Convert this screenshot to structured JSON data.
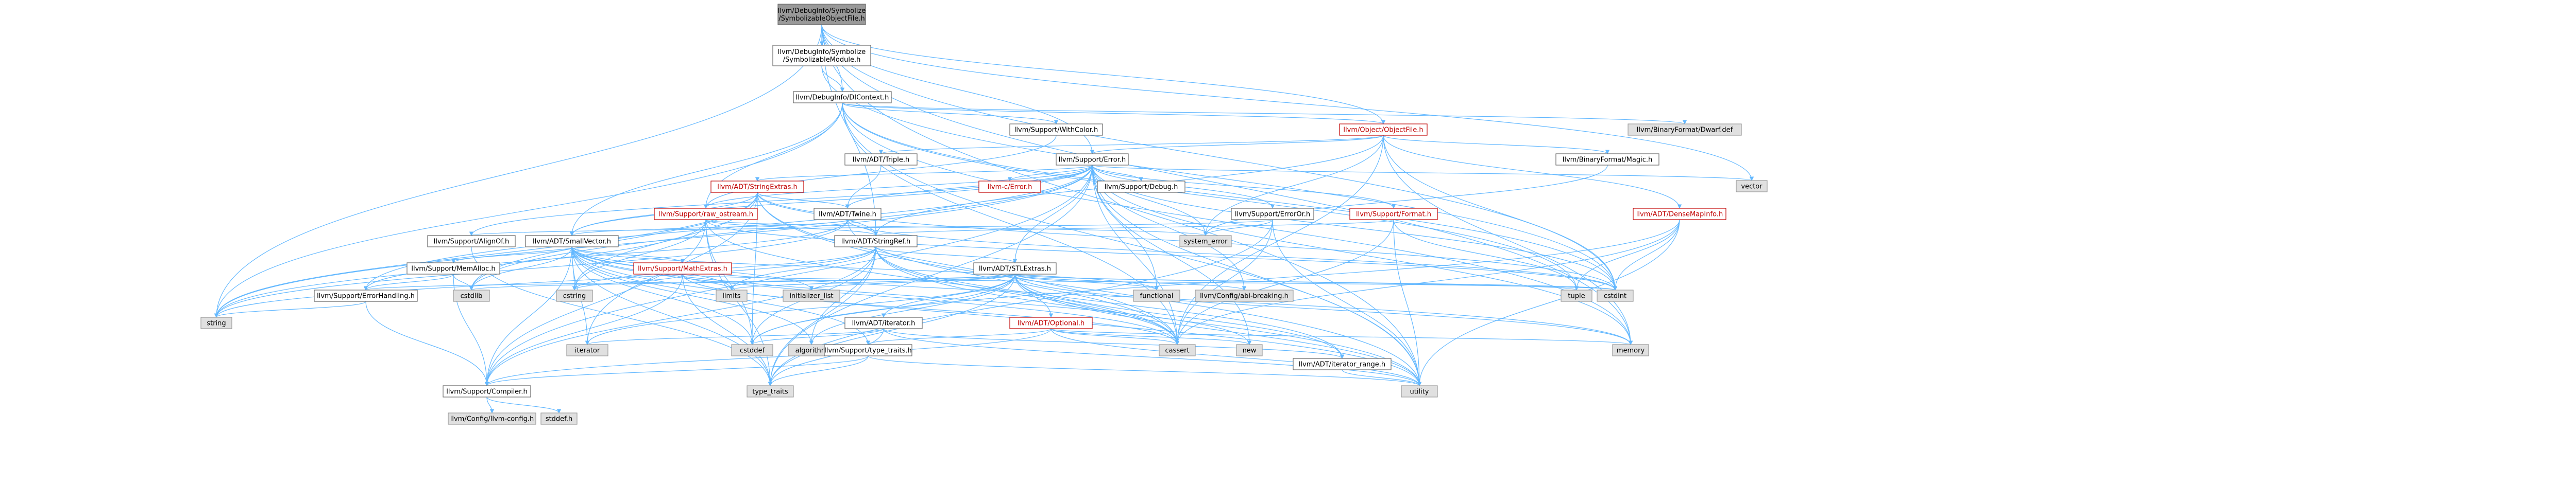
{
  "colors": {
    "node_fill": "#ffffff",
    "node_stroke": "#666666",
    "node_text_link": "#000000",
    "node_text_error": "#c00000",
    "sys_fill": "#e0e0e0",
    "sys_stroke": "#999999",
    "root_fill": "#999999",
    "root_stroke": "#666666",
    "edge": "#63b8ff"
  },
  "nodes": [
    {
      "id": "root",
      "label": [
        "llvm/DebugInfo/Symbolize",
        "/SymbolizableObjectFile.h"
      ],
      "kind": "root"
    },
    {
      "id": "symmod",
      "label": [
        "llvm/DebugInfo/Symbolize",
        "/SymbolizableModule.h"
      ],
      "kind": "link"
    },
    {
      "id": "dictx",
      "label": [
        "llvm/DebugInfo/DIContext.h"
      ],
      "kind": "link"
    },
    {
      "id": "withcolor",
      "label": [
        "llvm/Support/WithColor.h"
      ],
      "kind": "link"
    },
    {
      "id": "objfile",
      "label": [
        "llvm/Object/ObjectFile.h"
      ],
      "kind": "err"
    },
    {
      "id": "dwarfdef",
      "label": [
        "llvm/BinaryFormat/Dwarf.def"
      ],
      "kind": "sys"
    },
    {
      "id": "triple",
      "label": [
        "llvm/ADT/Triple.h"
      ],
      "kind": "link"
    },
    {
      "id": "error",
      "label": [
        "llvm/Support/Error.h"
      ],
      "kind": "link"
    },
    {
      "id": "magic",
      "label": [
        "llvm/BinaryFormat/Magic.h"
      ],
      "kind": "link"
    },
    {
      "id": "vector",
      "label": [
        "vector"
      ],
      "kind": "sys"
    },
    {
      "id": "stringextras",
      "label": [
        "llvm/ADT/StringExtras.h"
      ],
      "kind": "err"
    },
    {
      "id": "cabi",
      "label": [
        "llvm-c/Error.h"
      ],
      "kind": "err"
    },
    {
      "id": "debug",
      "label": [
        "llvm/Support/Debug.h"
      ],
      "kind": "link"
    },
    {
      "id": "rawos",
      "label": [
        "llvm/Support/raw_ostream.h"
      ],
      "kind": "err"
    },
    {
      "id": "twine",
      "label": [
        "llvm/ADT/Twine.h"
      ],
      "kind": "link"
    },
    {
      "id": "erroror",
      "label": [
        "llvm/Support/ErrorOr.h"
      ],
      "kind": "link"
    },
    {
      "id": "format",
      "label": [
        "llvm/Support/Format.h"
      ],
      "kind": "err"
    },
    {
      "id": "densemapinfo",
      "label": [
        "llvm/ADT/DenseMapInfo.h"
      ],
      "kind": "err"
    },
    {
      "id": "alignof",
      "label": [
        "llvm/Support/AlignOf.h"
      ],
      "kind": "link"
    },
    {
      "id": "smallvector",
      "label": [
        "llvm/ADT/SmallVector.h"
      ],
      "kind": "link"
    },
    {
      "id": "sysrror",
      "label": [
        "system_error"
      ],
      "kind": "sys"
    },
    {
      "id": "stringref",
      "label": [
        "llvm/ADT/StringRef.h"
      ],
      "kind": "link"
    },
    {
      "id": "memalloc",
      "label": [
        "llvm/Support/MemAlloc.h"
      ],
      "kind": "link"
    },
    {
      "id": "mathextras",
      "label": [
        "llvm/Support/MathExtras.h"
      ],
      "kind": "err"
    },
    {
      "id": "stlextras",
      "label": [
        "llvm/ADT/STLExtras.h"
      ],
      "kind": "link"
    },
    {
      "id": "errhandling",
      "label": [
        "llvm/Support/ErrorHandling.h"
      ],
      "kind": "link"
    },
    {
      "id": "cstdlib",
      "label": [
        "cstdlib"
      ],
      "kind": "sys"
    },
    {
      "id": "cstring",
      "label": [
        "cstring"
      ],
      "kind": "sys"
    },
    {
      "id": "limits",
      "label": [
        "limits"
      ],
      "kind": "sys"
    },
    {
      "id": "initlist",
      "label": [
        "initializer_list"
      ],
      "kind": "sys"
    },
    {
      "id": "adtiterator",
      "label": [
        "llvm/ADT/iterator.h"
      ],
      "kind": "link"
    },
    {
      "id": "optional",
      "label": [
        "llvm/ADT/Optional.h"
      ],
      "kind": "err"
    },
    {
      "id": "functional",
      "label": [
        "functional"
      ],
      "kind": "sys"
    },
    {
      "id": "abibreaking",
      "label": [
        "llvm/Config/abi-breaking.h"
      ],
      "kind": "sys"
    },
    {
      "id": "tuple",
      "label": [
        "tuple"
      ],
      "kind": "sys"
    },
    {
      "id": "cstdint",
      "label": [
        "cstdint"
      ],
      "kind": "sys"
    },
    {
      "id": "string",
      "label": [
        "string"
      ],
      "kind": "sys"
    },
    {
      "id": "iterator",
      "label": [
        "iterator"
      ],
      "kind": "sys"
    },
    {
      "id": "cstddef",
      "label": [
        "cstddef"
      ],
      "kind": "sys"
    },
    {
      "id": "algorithm",
      "label": [
        "algorithm"
      ],
      "kind": "sys"
    },
    {
      "id": "typetraitsh",
      "label": [
        "llvm/Support/type_traits.h"
      ],
      "kind": "link"
    },
    {
      "id": "cassert",
      "label": [
        "cassert"
      ],
      "kind": "sys"
    },
    {
      "id": "new",
      "label": [
        "new"
      ],
      "kind": "sys"
    },
    {
      "id": "iterrange",
      "label": [
        "llvm/ADT/iterator_range.h"
      ],
      "kind": "link"
    },
    {
      "id": "memory",
      "label": [
        "memory"
      ],
      "kind": "sys"
    },
    {
      "id": "compiler",
      "label": [
        "llvm/Support/Compiler.h"
      ],
      "kind": "link"
    },
    {
      "id": "typetraits",
      "label": [
        "type_traits"
      ],
      "kind": "sys"
    },
    {
      "id": "utility",
      "label": [
        "utility"
      ],
      "kind": "sys"
    },
    {
      "id": "llvmconfig",
      "label": [
        "llvm/Config/llvm-config.h"
      ],
      "kind": "sys"
    },
    {
      "id": "stddef",
      "label": [
        "stddef.h"
      ],
      "kind": "sys"
    }
  ],
  "edges": [
    [
      "root",
      "symmod"
    ],
    [
      "root",
      "dictx"
    ],
    [
      "root",
      "objfile"
    ],
    [
      "root",
      "error"
    ],
    [
      "root",
      "stringref"
    ],
    [
      "root",
      "cstdint"
    ],
    [
      "root",
      "memory"
    ],
    [
      "root",
      "string"
    ],
    [
      "root",
      "utility"
    ],
    [
      "root",
      "vector"
    ],
    [
      "symmod",
      "dictx"
    ],
    [
      "symmod",
      "cstdint"
    ],
    [
      "dictx",
      "withcolor"
    ],
    [
      "dictx",
      "objfile"
    ],
    [
      "dictx",
      "dwarfdef"
    ],
    [
      "dictx",
      "smallvector"
    ],
    [
      "dictx",
      "rawos"
    ],
    [
      "dictx",
      "cassert"
    ],
    [
      "dictx",
      "cstdint"
    ],
    [
      "dictx",
      "memory"
    ],
    [
      "dictx",
      "string"
    ],
    [
      "dictx",
      "tuple"
    ],
    [
      "dictx",
      "utility"
    ],
    [
      "withcolor",
      "rawos"
    ],
    [
      "objfile",
      "triple"
    ],
    [
      "objfile",
      "error"
    ],
    [
      "objfile",
      "magic"
    ],
    [
      "objfile",
      "densemapinfo"
    ],
    [
      "objfile",
      "stringref"
    ],
    [
      "objfile",
      "sysrror"
    ],
    [
      "objfile",
      "cassert"
    ],
    [
      "objfile",
      "cstdint"
    ],
    [
      "objfile",
      "memory"
    ],
    [
      "triple",
      "twine"
    ],
    [
      "magic",
      "sysrror"
    ],
    [
      "error",
      "stringextras"
    ],
    [
      "error",
      "cabi"
    ],
    [
      "error",
      "abibreaking"
    ],
    [
      "error",
      "alignof"
    ],
    [
      "error",
      "compiler"
    ],
    [
      "error",
      "debug"
    ],
    [
      "error",
      "errhandling"
    ],
    [
      "error",
      "erroror"
    ],
    [
      "error",
      "format"
    ],
    [
      "error",
      "rawos"
    ],
    [
      "error",
      "smallvector"
    ],
    [
      "error",
      "stlextras"
    ],
    [
      "error",
      "twine"
    ],
    [
      "error",
      "cassert"
    ],
    [
      "error",
      "cstdint"
    ],
    [
      "error",
      "cstdlib"
    ],
    [
      "error",
      "functional"
    ],
    [
      "error",
      "memory"
    ],
    [
      "error",
      "new"
    ],
    [
      "error",
      "string"
    ],
    [
      "error",
      "sysrror"
    ],
    [
      "error",
      "typetraits"
    ],
    [
      "error",
      "utility"
    ],
    [
      "error",
      "vector"
    ],
    [
      "stringextras",
      "smallvector"
    ],
    [
      "stringextras",
      "stringref"
    ],
    [
      "stringextras",
      "twine"
    ],
    [
      "stringextras",
      "cassert"
    ],
    [
      "stringextras",
      "cstddef"
    ],
    [
      "stringextras",
      "cstdint"
    ],
    [
      "stringextras",
      "cstdlib"
    ],
    [
      "stringextras",
      "cstring"
    ],
    [
      "stringextras",
      "iterator"
    ],
    [
      "stringextras",
      "string"
    ],
    [
      "stringextras",
      "utility"
    ],
    [
      "rawos",
      "stringref"
    ],
    [
      "rawos",
      "compiler"
    ],
    [
      "rawos",
      "cassert"
    ],
    [
      "rawos",
      "cstddef"
    ],
    [
      "rawos",
      "cstdint"
    ],
    [
      "rawos",
      "cstring"
    ],
    [
      "rawos",
      "string"
    ],
    [
      "rawos",
      "sysrror"
    ],
    [
      "rawos",
      "typetraits"
    ],
    [
      "twine",
      "smallvector"
    ],
    [
      "twine",
      "stringref"
    ],
    [
      "twine",
      "errhandling"
    ],
    [
      "twine",
      "cassert"
    ],
    [
      "twine",
      "cstdint"
    ],
    [
      "twine",
      "string"
    ],
    [
      "erroror",
      "alignof"
    ],
    [
      "erroror",
      "cassert"
    ],
    [
      "erroror",
      "sysrror"
    ],
    [
      "erroror",
      "typetraits"
    ],
    [
      "erroror",
      "utility"
    ],
    [
      "format",
      "stringref"
    ],
    [
      "format",
      "cassert"
    ],
    [
      "format",
      "cstdio"
    ],
    [
      "format",
      "tuple"
    ],
    [
      "format",
      "utility"
    ],
    [
      "densemapinfo",
      "cassert"
    ],
    [
      "densemapinfo",
      "cstddef"
    ],
    [
      "densemapinfo",
      "cstdint"
    ],
    [
      "densemapinfo",
      "tuple"
    ],
    [
      "densemapinfo",
      "utility"
    ],
    [
      "alignof",
      "typetraits"
    ],
    [
      "smallvector",
      "compiler"
    ],
    [
      "smallvector",
      "memalloc"
    ],
    [
      "smallvector",
      "typetraitsh"
    ],
    [
      "smallvector",
      "algorithm"
    ],
    [
      "smallvector",
      "cassert"
    ],
    [
      "smallvector",
      "cstddef"
    ],
    [
      "smallvector",
      "cstdlib"
    ],
    [
      "smallvector",
      "cstring"
    ],
    [
      "smallvector",
      "functional"
    ],
    [
      "smallvector",
      "initlist"
    ],
    [
      "smallvector",
      "iterator"
    ],
    [
      "smallvector",
      "limits"
    ],
    [
      "smallvector",
      "memory"
    ],
    [
      "smallvector",
      "new"
    ],
    [
      "smallvector",
      "typetraits"
    ],
    [
      "smallvector",
      "utility"
    ],
    [
      "smallvector",
      "mathextras"
    ],
    [
      "stringref",
      "stlextras"
    ],
    [
      "stringref",
      "iterrange"
    ],
    [
      "stringref",
      "compiler"
    ],
    [
      "stringref",
      "algorithm"
    ],
    [
      "stringref",
      "cassert"
    ],
    [
      "stringref",
      "cstddef"
    ],
    [
      "stringref",
      "cstring"
    ],
    [
      "stringref",
      "limits"
    ],
    [
      "stringref",
      "string"
    ],
    [
      "stringref",
      "typetraits"
    ],
    [
      "stringref",
      "utility"
    ],
    [
      "memalloc",
      "compiler"
    ],
    [
      "memalloc",
      "errhandling"
    ],
    [
      "memalloc",
      "cstdlib"
    ],
    [
      "mathextras",
      "compiler"
    ],
    [
      "mathextras",
      "cassert"
    ],
    [
      "mathextras",
      "climits"
    ],
    [
      "mathextras",
      "cstdint"
    ],
    [
      "mathextras",
      "cstring"
    ],
    [
      "mathextras",
      "limits"
    ],
    [
      "mathextras",
      "typetraits"
    ],
    [
      "stlextras",
      "abibreaking"
    ],
    [
      "stlextras",
      "adtiterator"
    ],
    [
      "stlextras",
      "iterrange"
    ],
    [
      "stlextras",
      "optional"
    ],
    [
      "stlextras",
      "errhandling"
    ],
    [
      "stlextras",
      "algorithm"
    ],
    [
      "stlextras",
      "cassert"
    ],
    [
      "stlextras",
      "cstddef"
    ],
    [
      "stlextras",
      "cstdint"
    ],
    [
      "stlextras",
      "cstdlib"
    ],
    [
      "stlextras",
      "functional"
    ],
    [
      "stlextras",
      "initlist"
    ],
    [
      "stlextras",
      "iterator"
    ],
    [
      "stlextras",
      "limits"
    ],
    [
      "stlextras",
      "memory"
    ],
    [
      "stlextras",
      "tuple"
    ],
    [
      "stlextras",
      "typetraits"
    ],
    [
      "stlextras",
      "utility"
    ],
    [
      "errhandling",
      "compiler"
    ],
    [
      "errhandling",
      "string"
    ],
    [
      "adtiterator",
      "iterrange"
    ],
    [
      "adtiterator",
      "cstddef"
    ],
    [
      "adtiterator",
      "iterator"
    ],
    [
      "adtiterator",
      "typetraits"
    ],
    [
      "adtiterator",
      "utility"
    ],
    [
      "optional",
      "compiler"
    ],
    [
      "optional",
      "typetraitsh"
    ],
    [
      "optional",
      "cassert"
    ],
    [
      "optional",
      "memory"
    ],
    [
      "optional",
      "new"
    ],
    [
      "optional",
      "utility"
    ],
    [
      "iterrange",
      "utility"
    ],
    [
      "typetraitsh",
      "compiler"
    ],
    [
      "typetraitsh",
      "typetraits"
    ],
    [
      "typetraitsh",
      "utility"
    ],
    [
      "compiler",
      "llvmconfig"
    ],
    [
      "compiler",
      "stddef"
    ]
  ]
}
